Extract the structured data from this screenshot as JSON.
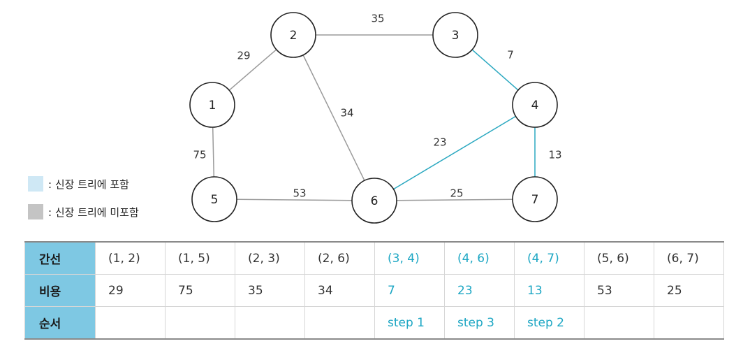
{
  "colors": {
    "included": "#2aa8c0",
    "excluded": "#9a9a9a",
    "legend_included": "#cfe8f5",
    "legend_excluded": "#c4c4c4",
    "table_header": "#7ec8e3",
    "highlight_text": "#1ea7c4"
  },
  "graph": {
    "nodes": [
      "1",
      "2",
      "3",
      "4",
      "5",
      "6",
      "7"
    ],
    "edges": [
      {
        "from": "1",
        "to": "2",
        "weight": "29",
        "included": false
      },
      {
        "from": "2",
        "to": "3",
        "weight": "35",
        "included": false
      },
      {
        "from": "3",
        "to": "4",
        "weight": "7",
        "included": true
      },
      {
        "from": "2",
        "to": "6",
        "weight": "34",
        "included": false
      },
      {
        "from": "1",
        "to": "5",
        "weight": "75",
        "included": false
      },
      {
        "from": "4",
        "to": "6",
        "weight": "23",
        "included": true
      },
      {
        "from": "4",
        "to": "7",
        "weight": "13",
        "included": true
      },
      {
        "from": "5",
        "to": "6",
        "weight": "53",
        "included": false
      },
      {
        "from": "6",
        "to": "7",
        "weight": "25",
        "included": false
      }
    ]
  },
  "legend": {
    "included": ": 신장 트리에 포함",
    "excluded": ": 신장 트리에 미포함"
  },
  "table": {
    "row_headers": [
      "간선",
      "비용",
      "순서"
    ],
    "columns": [
      {
        "edge": "(1, 2)",
        "cost": "29",
        "order": "",
        "included": false
      },
      {
        "edge": "(1, 5)",
        "cost": "75",
        "order": "",
        "included": false
      },
      {
        "edge": "(2, 3)",
        "cost": "35",
        "order": "",
        "included": false
      },
      {
        "edge": "(2, 6)",
        "cost": "34",
        "order": "",
        "included": false
      },
      {
        "edge": "(3, 4)",
        "cost": "7",
        "order": "step 1",
        "included": true
      },
      {
        "edge": "(4, 6)",
        "cost": "23",
        "order": "step 3",
        "included": true
      },
      {
        "edge": "(4, 7)",
        "cost": "13",
        "order": "step 2",
        "included": true
      },
      {
        "edge": "(5, 6)",
        "cost": "53",
        "order": "",
        "included": false
      },
      {
        "edge": "(6, 7)",
        "cost": "25",
        "order": "",
        "included": false
      }
    ]
  }
}
